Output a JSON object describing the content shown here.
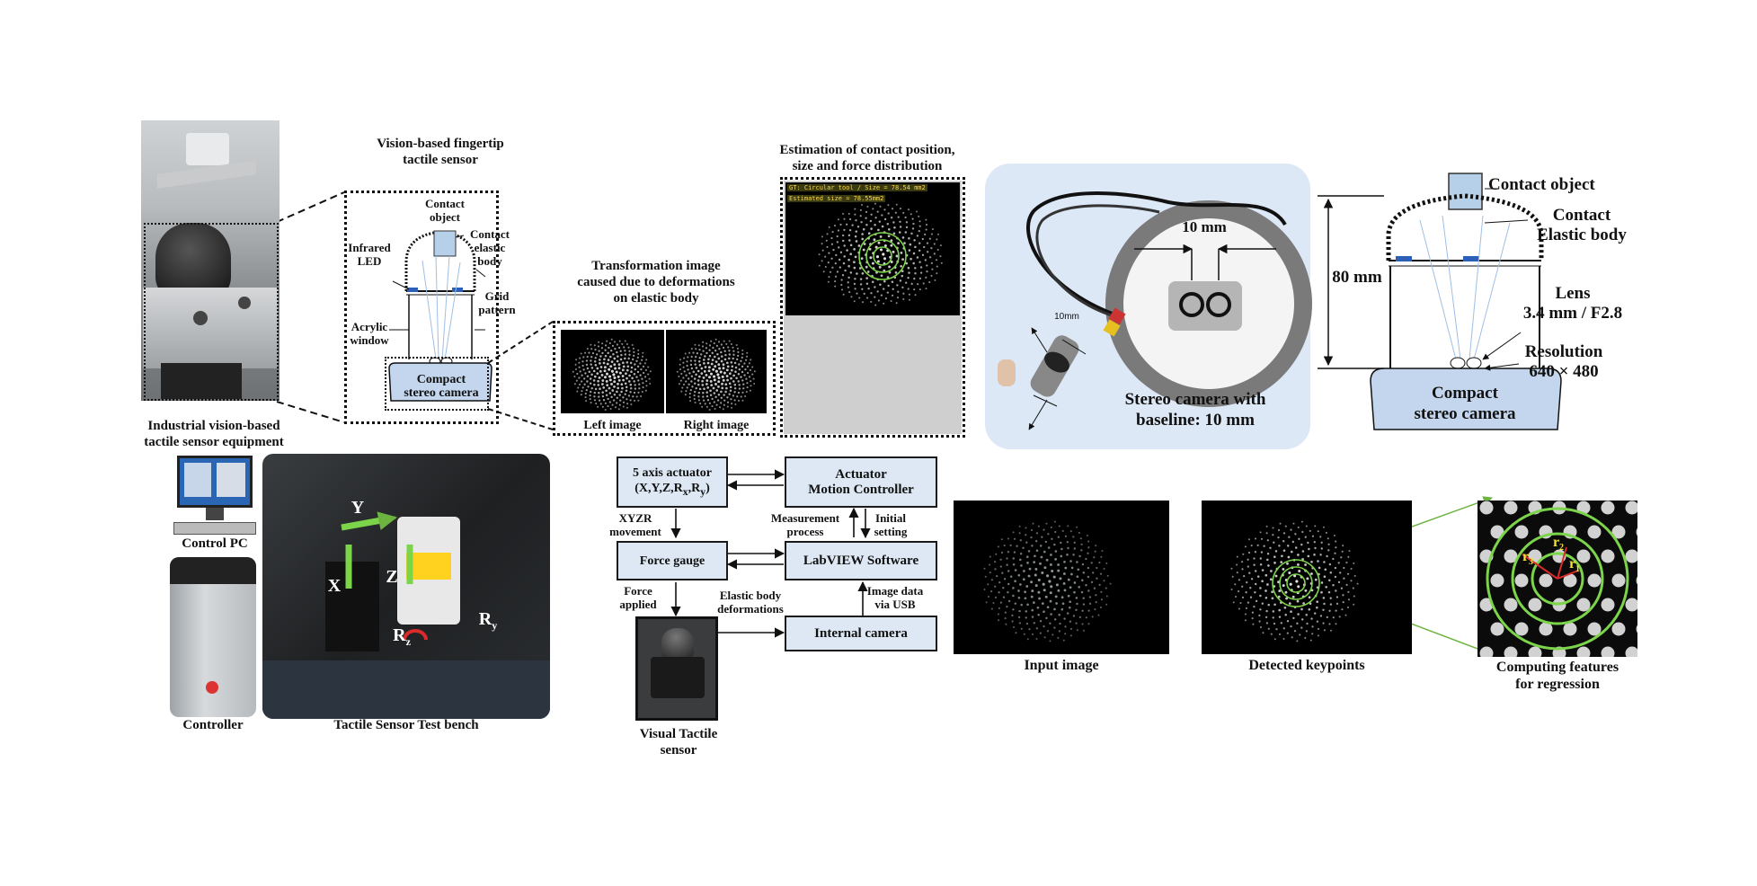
{
  "equipment": {
    "photo_caption": "Industrial vision-based\ntactile sensor equipment"
  },
  "sensor_schematic": {
    "title": "Vision-based fingertip\ntactile sensor",
    "labels": {
      "contact_object": "Contact\nobject",
      "contact_elastic_body": "Contact\nelastic\nbody",
      "infrared_led": "Infrared\nLED",
      "grid_pattern": "Grid\npattern",
      "acrylic_window": "Acrylic\nwindow",
      "compact_stereo_camera": "Compact\nstereo camera"
    }
  },
  "transformation": {
    "title": "Transformation image\ncaused due to deformations\non elastic body",
    "left_label": "Left image",
    "right_label": "Right image"
  },
  "estimation": {
    "title": "Estimation of  contact position,\nsize and force distribution",
    "gt_text": "GT: Circular tool / Size = 78.54 mm2",
    "est_text": "Estimated size = 78.55mm2"
  },
  "stereo": {
    "baseline_label": "10 mm",
    "small_label": "10mm",
    "caption": "Stereo camera with\nbaseline: 10 mm"
  },
  "right_schematic": {
    "contact_object": "Contact object",
    "contact_elastic_body": "Contact\nElastic body",
    "height": "80 mm",
    "lens": "Lens\n3.4 mm / F2.8",
    "resolution": "Resolution\n640 × 480",
    "camera": "Compact\nstereo camera"
  },
  "test_bench": {
    "control_pc": "Control PC",
    "controller": "Controller",
    "caption": "Tactile Sensor Test bench",
    "axes": {
      "y": "Y",
      "x": "X",
      "z": "Z",
      "rz": "R",
      "rz_sub": "z",
      "ry": "R",
      "ry_sub": "y"
    }
  },
  "flow": {
    "actuator": "5 axis actuator",
    "actuator_sub": "(X,Y,Z,R",
    "motion_controller": "Actuator\nMotion Controller",
    "xyzr_movement": "XYZR\nmovement",
    "measurement_process": "Measurement\nprocess",
    "initial_setting": "Initial\nsetting",
    "force_gauge": "Force gauge",
    "labview": "LabVIEW Software",
    "force_applied": "Force\napplied",
    "elastic_deformations": "Elastic body\ndeformations",
    "image_data": "Image data\nvia USB",
    "internal_camera": "Internal camera",
    "visual_tactile_sensor": "Visual Tactile\nsensor"
  },
  "pipeline": {
    "input_image": "Input image",
    "detected_keypoints": "Detected keypoints",
    "computing_features": "Computing features\nfor regression",
    "r1": "r",
    "r2": "r",
    "r3": "r",
    "s1": "1",
    "s2": "2",
    "s3": "3"
  },
  "colors": {
    "accent_green": "#7cd44a",
    "box_fill": "#dde8f4",
    "stereo_bg": "#dce8f6"
  }
}
